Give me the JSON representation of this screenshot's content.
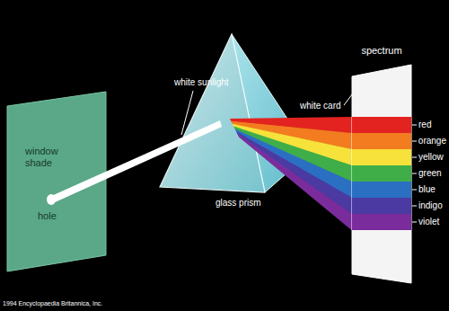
{
  "diagram": {
    "nodes": [
      {
        "text": [
          "window shade",
          "hole"
        ]
      },
      {
        "text": [
          "spectrum"
        ]
      }
    ],
    "labels": [
      "white sunlight",
      "glass prism",
      "white card",
      "red",
      "orange",
      "yellow",
      "green",
      "blue",
      "indigo",
      "violet",
      "1994 Encyclopaedia Britannica, Inc."
    ]
  }
}
